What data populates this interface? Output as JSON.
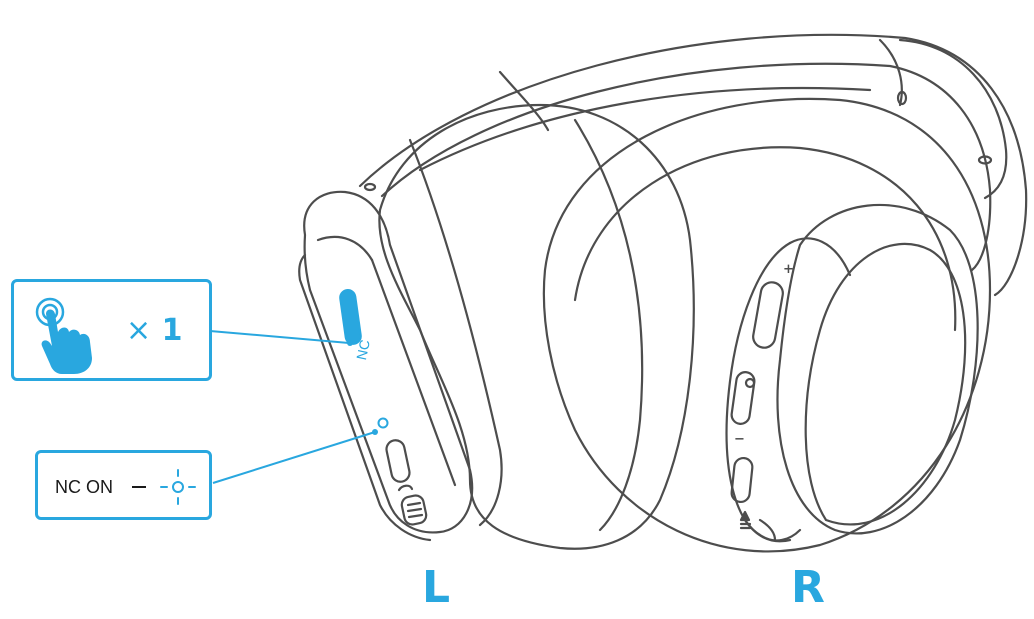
{
  "left_label": "L",
  "right_label": "R",
  "tap_callout": {
    "multiplier": "×",
    "count": "1",
    "icon": "finger-tap-icon"
  },
  "status_callout": {
    "text": "NC ON",
    "icon": "led-blink-icon"
  },
  "left_cup": {
    "button_label": "NC"
  },
  "right_cup": {
    "plus_label": "+",
    "minus_label": "−"
  },
  "colors": {
    "accent": "#29a7df",
    "line": "#4d4d4d",
    "dark": "#1a1a1a"
  }
}
